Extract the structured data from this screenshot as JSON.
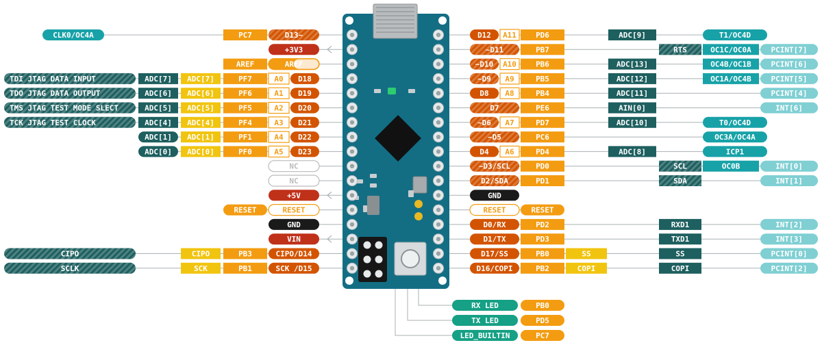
{
  "colors": {
    "orange": "#F39C12",
    "darkorange": "#D35400",
    "yellow": "#F1C40F",
    "darkteal": "#1E5F5F",
    "teal": "#17A2A8",
    "lightteal": "#7FCFD3",
    "red": "#C0311A",
    "black": "#1A1A1A",
    "green": "#16A085",
    "board": "#136E84",
    "ncstroke": "#BBBBBB"
  },
  "left_rows": [
    [
      "CLK0/OC4A",
      "PC7",
      "D13~"
    ],
    [
      "+3V3"
    ],
    [
      "AREF",
      "AREF"
    ],
    [
      "TDI JTAG DATA INPUT",
      "ADC[7]",
      "ADC[7]",
      "PF7",
      "A0",
      "D18"
    ],
    [
      "TDO JTAG DATA OUTPUT",
      "ADC[6]",
      "ADC[6]",
      "PF6",
      "A1",
      "D19"
    ],
    [
      "TMS JTAG TEST MODE SLECT",
      "ADC[5]",
      "ADC[5]",
      "PF5",
      "A2",
      "D20"
    ],
    [
      "TCK JTAG TEST CLOCK",
      "ADC[4]",
      "ADC[4]",
      "PF4",
      "A3",
      "D21"
    ],
    [
      "ADC[1]",
      "ADC[1]",
      "PF1",
      "A4",
      "D22"
    ],
    [
      "ADC[0]",
      "ADC[0]",
      "PF0",
      "A5",
      "D23"
    ],
    [
      "NC"
    ],
    [
      "NC"
    ],
    [
      "+5V"
    ],
    [
      "RESET",
      "RESET"
    ],
    [
      "GND"
    ],
    [
      "VIN"
    ],
    [
      "CIPO",
      "CIPO",
      "PB3",
      "CIPO/D14"
    ],
    [
      "SCLK",
      "SCK",
      "PB1",
      "SCK /D15"
    ]
  ],
  "right_rows": [
    [
      "D12",
      "A11",
      "PD6",
      "ADC[9]",
      "T1/OC4D"
    ],
    [
      "~D11",
      "PB7",
      "RTS",
      "OC1C/OC0A",
      "PCINT[7]"
    ],
    [
      "~D10",
      "A10",
      "PB6",
      "ADC[13]",
      "OC4B/OC1B",
      "PCINT[6]"
    ],
    [
      "~D9",
      "A9",
      "PB5",
      "ADC[12]",
      "OC1A/OC4B",
      "PCINT[5]"
    ],
    [
      "D8",
      "A8",
      "PB4",
      "ADC[11]",
      "PCINT[4]"
    ],
    [
      "D7",
      "PE6",
      "AIN[0]",
      "INT[6]"
    ],
    [
      "~D6",
      "A7",
      "PD7",
      "ADC[10]",
      "T0/OC4D"
    ],
    [
      "~D5",
      "PC6",
      "OC3A/OC4A"
    ],
    [
      "D4",
      "A6",
      "PD4",
      "ADC[8]",
      "ICP1"
    ],
    [
      "~D3/SCL",
      "PD0",
      "SCL",
      "OC0B",
      "INT[0]"
    ],
    [
      "D2/SDA",
      "PD1",
      "SDA",
      "INT[1]"
    ],
    [
      "GND"
    ],
    [
      "RESET",
      "RESET"
    ],
    [
      "D0/RX",
      "PD2",
      "RXD1",
      "INT[2]"
    ],
    [
      "D1/TX",
      "PD3",
      "TXD1",
      "INT[3]"
    ],
    [
      "D17/SS",
      "PB0",
      "SS",
      "SS",
      "PCINT[0]"
    ],
    [
      "D16/COPI",
      "PB2",
      "COPI",
      "COPI",
      "PCINT[2]"
    ]
  ],
  "bottom_rows": [
    [
      "RX LED",
      "PB0"
    ],
    [
      "TX LED",
      "PD5"
    ],
    [
      "LED_BUILTIN",
      "PC7"
    ]
  ]
}
